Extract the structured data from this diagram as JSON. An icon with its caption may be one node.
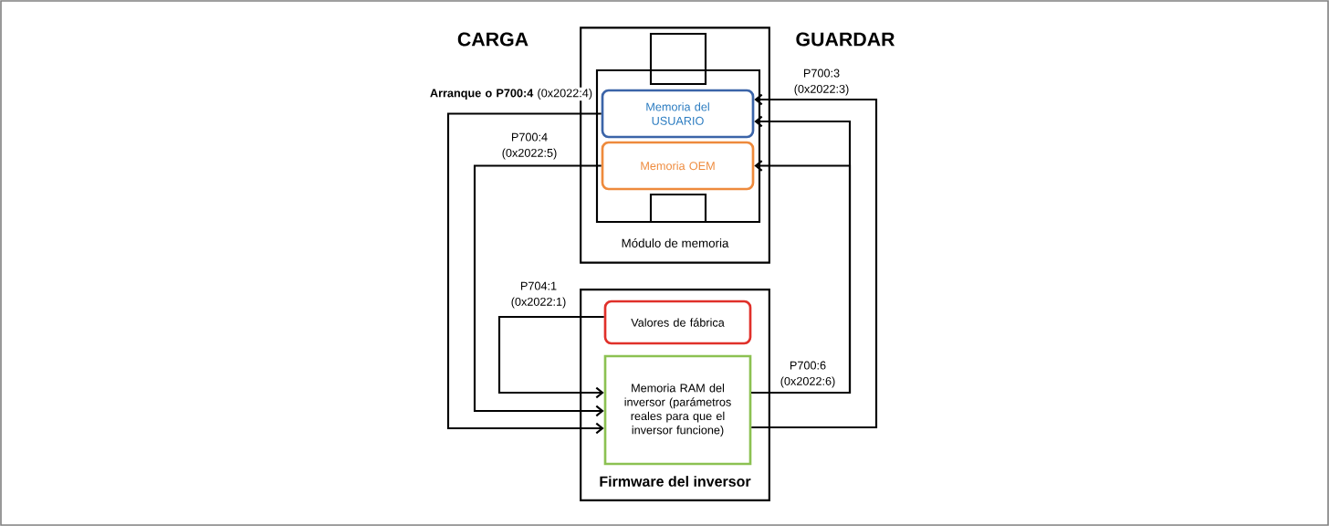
{
  "diagram": {
    "nodes": [
      {
        "text": [
          "Módulo de memoria"
        ]
      },
      {
        "text": [
          "Memoria del USUARIO"
        ],
        "in": 0
      },
      {
        "text": [
          "Memoria OEM"
        ],
        "in": 0
      },
      {
        "text": [
          "Firmware del inversor"
        ]
      },
      {
        "text": [
          "Valores de fábrica"
        ],
        "in": 3
      },
      {
        "text": [
          "Memoria RAM del inversor (parámetros reales para que el inversor funcione)"
        ],
        "in": 3
      }
    ],
    "edges": [
      {
        "from": 1,
        "to": 5,
        "arrow": "to",
        "label": "**Arranque o P700:4** (0x2022:4)"
      },
      {
        "from": 2,
        "to": 5,
        "arrow": "to",
        "label": "P700:4 (0x2022:5)"
      },
      {
        "from": 4,
        "to": 5,
        "arrow": "to",
        "label": "P704:1 (0x2022:1)"
      },
      {
        "from": 5,
        "to": 1,
        "arrow": "to",
        "label": "P700:3 (0x2022:3)"
      },
      {
        "from": 5,
        "to": 1,
        "arrow": "to",
        "label": "P700:6 (0x2022:6)"
      },
      {
        "from": 5,
        "to": 2,
        "arrow": "to"
      }
    ],
    "labels": [
      "CARGA",
      "GUARDAR"
    ]
  }
}
